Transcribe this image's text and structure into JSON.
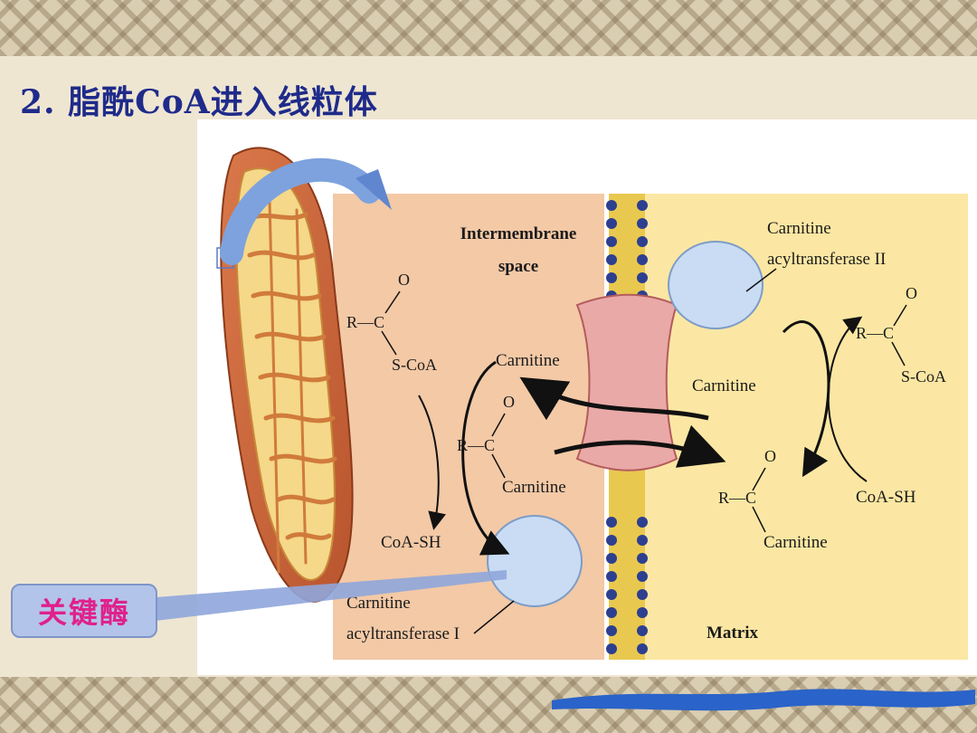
{
  "slide": {
    "title": "2. 脂酰CoA进入线粒体",
    "key_enzyme_label": "关键酶"
  },
  "diagram": {
    "intermembrane_label_1": "Intermembrane",
    "intermembrane_label_2": "space",
    "matrix_label": "Matrix",
    "cat2_label_1": "Carnitine",
    "cat2_label_2": "acyltransferase II",
    "cat1_label_1": "Carnitine",
    "cat1_label_2": "acyltransferase I",
    "left_acyl_coa": {
      "o": "O",
      "r": "R—C",
      "s": "S-CoA"
    },
    "left_carnitine": "Carnitine",
    "mid_acyl_carnitine": {
      "o": "O",
      "r": "R—C",
      "c": "Carnitine"
    },
    "left_coash": "CoA-SH",
    "right_carnitine": "Carnitine",
    "right_acyl_coa": {
      "o": "O",
      "r": "R—C",
      "s": "S-CoA"
    },
    "right_acyl_carnitine": {
      "o": "O",
      "r": "R—C",
      "c": "Carnitine"
    },
    "right_coash": "CoA-SH"
  },
  "colors": {
    "title": "#1f2b8a",
    "key_text": "#e0218a",
    "key_box": "#b3c4ea",
    "intermembrane": "#f3c9a6",
    "matrix": "#fbe7a3",
    "transporter": "#e9a9a7",
    "enzyme": "#c9dcf3"
  }
}
